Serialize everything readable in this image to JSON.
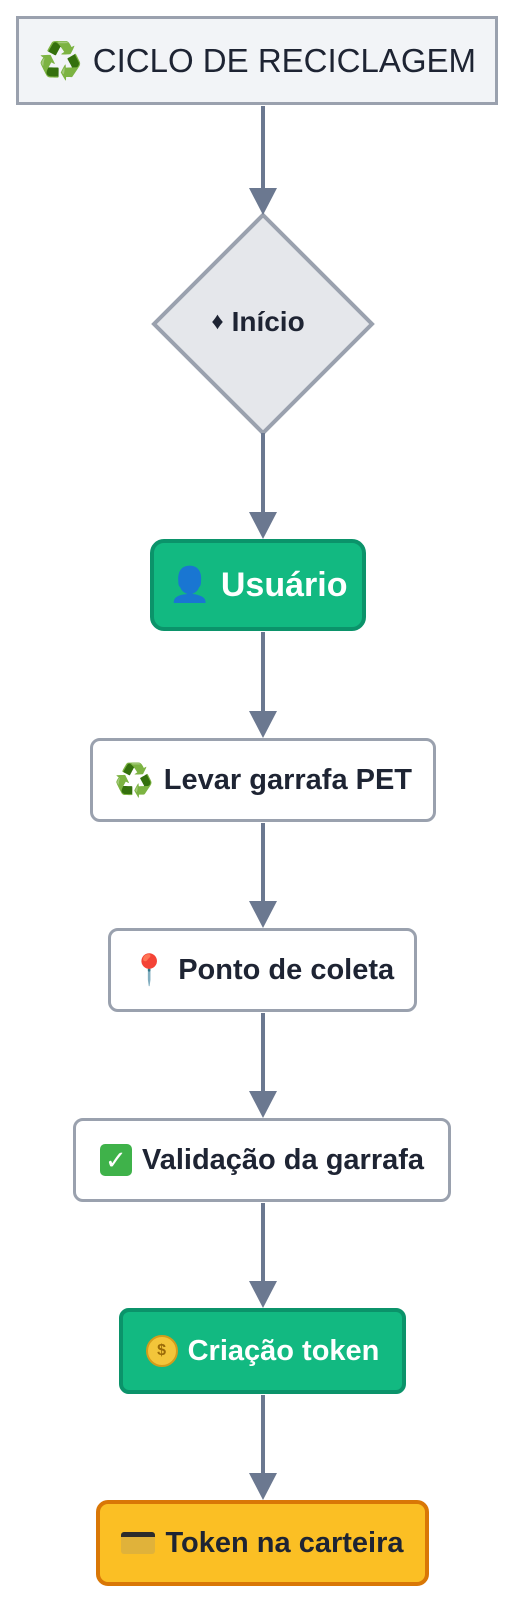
{
  "diagram": {
    "type": "flowchart",
    "direction": "top-to-bottom",
    "colors": {
      "edge": "#6b7890",
      "neutral_fill": "#f2f4f7",
      "neutral_border": "#9aa1ae",
      "diamond_fill": "#e5e7eb",
      "accent_green": "#12b981",
      "accent_green_border": "#0b936a",
      "accent_yellow": "#fbbf24",
      "accent_orange_border": "#d97706",
      "text": "#1e2433"
    },
    "nodes": [
      {
        "id": "title",
        "shape": "rectangle",
        "icon": "recycle-icon",
        "glyph": "♻️",
        "label": "CICLO DE RECICLAGEM"
      },
      {
        "id": "start",
        "shape": "diamond",
        "icon": "diamond-icon",
        "glyph": "♦",
        "label": "Início"
      },
      {
        "id": "user",
        "shape": "rounded-rectangle",
        "icon": "user-icon",
        "glyph": "👤",
        "label": "Usuário"
      },
      {
        "id": "pet",
        "shape": "rounded-rectangle",
        "icon": "recycle-icon",
        "glyph": "♻️",
        "label": "Levar garrafa PET"
      },
      {
        "id": "point",
        "shape": "rounded-rectangle",
        "icon": "pin-icon",
        "glyph": "📍",
        "label": "Ponto de coleta"
      },
      {
        "id": "validate",
        "shape": "rounded-rectangle",
        "icon": "check-icon",
        "glyph": "✓",
        "label": "Validação da garrafa"
      },
      {
        "id": "token",
        "shape": "rounded-rectangle",
        "icon": "coin-icon",
        "glyph": "🪙",
        "label": "Criação token"
      },
      {
        "id": "wallet",
        "shape": "rounded-rectangle",
        "icon": "card-icon",
        "glyph": "",
        "label": "Token na carteira"
      }
    ],
    "edges": [
      {
        "from": "title",
        "to": "start"
      },
      {
        "from": "start",
        "to": "user"
      },
      {
        "from": "user",
        "to": "pet"
      },
      {
        "from": "pet",
        "to": "point"
      },
      {
        "from": "point",
        "to": "validate"
      },
      {
        "from": "validate",
        "to": "token"
      },
      {
        "from": "token",
        "to": "wallet"
      }
    ]
  }
}
